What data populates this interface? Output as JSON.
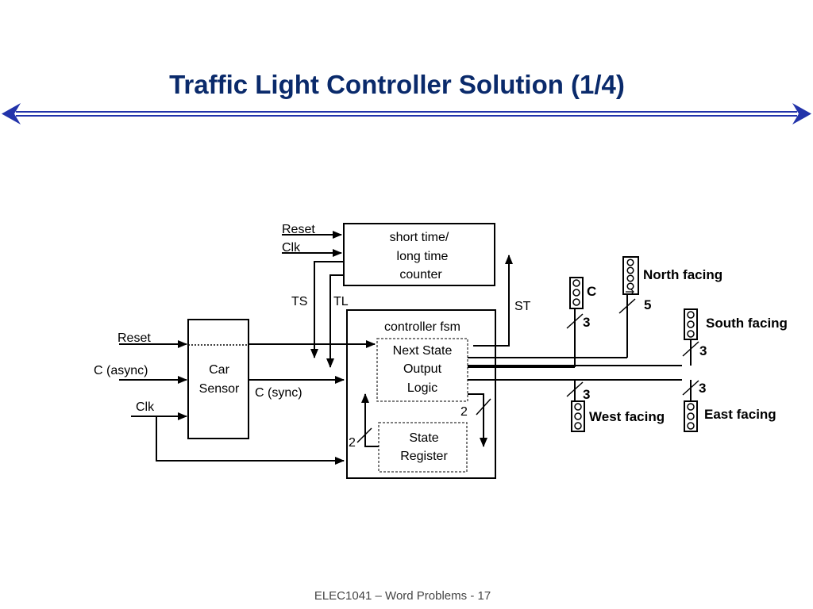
{
  "slide": {
    "title": "Traffic Light Controller Solution (1/4)",
    "footer": "ELEC1041 – Word Problems - 17"
  },
  "colors": {
    "title": "#0a2a6b",
    "divider": "#2233aa"
  },
  "diagram": {
    "counter": {
      "line1": "short time/",
      "line2": "long time",
      "line3": "counter",
      "reset": "Reset",
      "clk": "Clk"
    },
    "fsm": {
      "title": "controller fsm",
      "next_state_line1": "Next State",
      "next_state_line2": "Output",
      "next_state_line3": "Logic",
      "state_reg_line1": "State",
      "state_reg_line2": "Register",
      "bus_width_right": "2",
      "bus_width_left": "2"
    },
    "signals": {
      "ts": "TS",
      "tl": "TL",
      "st": "ST"
    },
    "car_sensor": {
      "line1": "Car",
      "line2": "Sensor",
      "reset": "Reset",
      "c_async": "C (async)",
      "clk": "Clk",
      "c_sync": "C (sync)"
    },
    "lights": {
      "c_label": "C",
      "c_width": "3",
      "north": "North facing",
      "north_width": "5",
      "south": "South facing",
      "south_width": "3",
      "west": "West facing",
      "west_width": "3",
      "east": "East facing",
      "east_width": "3"
    }
  }
}
